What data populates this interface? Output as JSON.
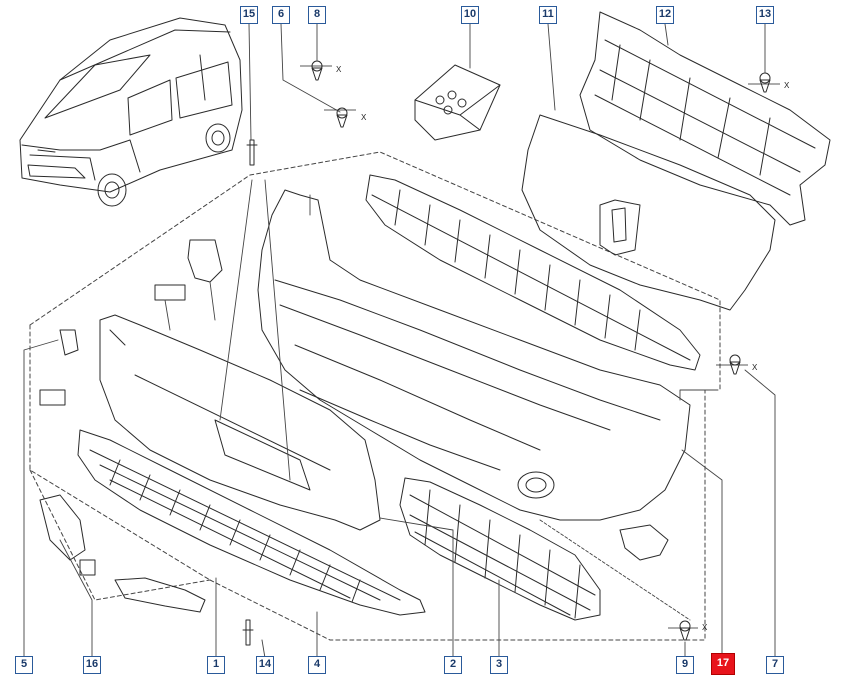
{
  "callouts": [
    {
      "label": "15",
      "highlight": false
    },
    {
      "label": "6",
      "highlight": false
    },
    {
      "label": "8",
      "highlight": false
    },
    {
      "label": "10",
      "highlight": false
    },
    {
      "label": "11",
      "highlight": false
    },
    {
      "label": "12",
      "highlight": false
    },
    {
      "label": "13",
      "highlight": false
    },
    {
      "label": "5",
      "highlight": false
    },
    {
      "label": "16",
      "highlight": false
    },
    {
      "label": "1",
      "highlight": false
    },
    {
      "label": "14",
      "highlight": false
    },
    {
      "label": "4",
      "highlight": false
    },
    {
      "label": "2",
      "highlight": false
    },
    {
      "label": "3",
      "highlight": false
    },
    {
      "label": "9",
      "highlight": false
    },
    {
      "label": "17",
      "highlight": true
    },
    {
      "label": "7",
      "highlight": false
    }
  ],
  "axis_marks": [
    "X",
    "X",
    "X",
    "X",
    "X"
  ],
  "colors": {
    "line": "#2b2b2b",
    "callout_border": "#2a5a9a",
    "highlight": "#e8141c"
  }
}
